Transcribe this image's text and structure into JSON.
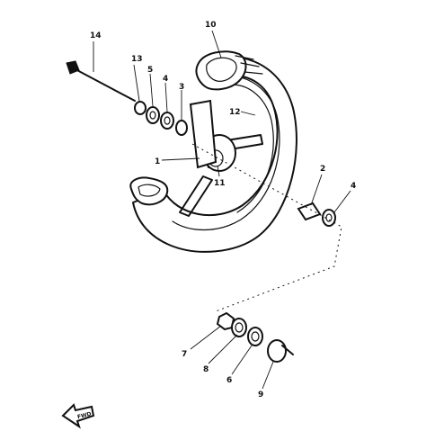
{
  "diagram": {
    "callouts": [
      {
        "id": "c1",
        "label": "1"
      },
      {
        "id": "c2",
        "label": "2"
      },
      {
        "id": "c3",
        "label": "3"
      },
      {
        "id": "c4a",
        "label": "4"
      },
      {
        "id": "c4b",
        "label": "4"
      },
      {
        "id": "c5",
        "label": "5"
      },
      {
        "id": "c6",
        "label": "6"
      },
      {
        "id": "c7",
        "label": "7"
      },
      {
        "id": "c8",
        "label": "8"
      },
      {
        "id": "c9",
        "label": "9"
      },
      {
        "id": "c10",
        "label": "10"
      },
      {
        "id": "c11",
        "label": "11"
      },
      {
        "id": "c12",
        "label": "12"
      },
      {
        "id": "c13",
        "label": "13"
      },
      {
        "id": "c14",
        "label": "14"
      }
    ],
    "fwd_label": "FWD"
  }
}
